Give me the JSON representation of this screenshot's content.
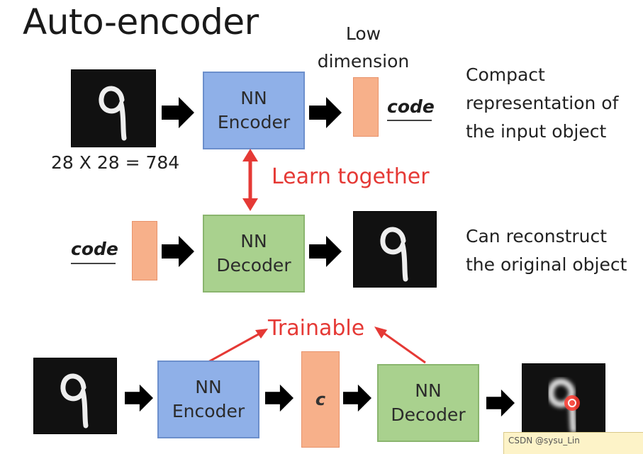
{
  "title": "Auto-encoder",
  "top": {
    "low_dimension_line1": "Low",
    "low_dimension_line2": "dimension",
    "input_size": "28 X 28 = 784",
    "encoder_line1": "NN",
    "encoder_line2": "Encoder",
    "code_label": "code",
    "desc_line1": "Compact",
    "desc_line2": "representation of",
    "desc_line3": "the input object"
  },
  "middle": {
    "learn_together": "Learn together",
    "code_label": "code",
    "decoder_line1": "NN",
    "decoder_line2": "Decoder",
    "desc_line1": "Can reconstruct",
    "desc_line2": "the original object"
  },
  "bottom": {
    "trainable": "Trainable",
    "encoder_line1": "NN",
    "encoder_line2": "Encoder",
    "code_symbol": "c",
    "decoder_line1": "NN",
    "decoder_line2": "Decoder"
  },
  "watermark": "CSDN @sysu_Lin",
  "colors": {
    "encoder_fill": "#8fb0e8",
    "decoder_fill": "#a9d18e",
    "code_fill": "#f7b08a",
    "accent_red": "#e53935"
  }
}
